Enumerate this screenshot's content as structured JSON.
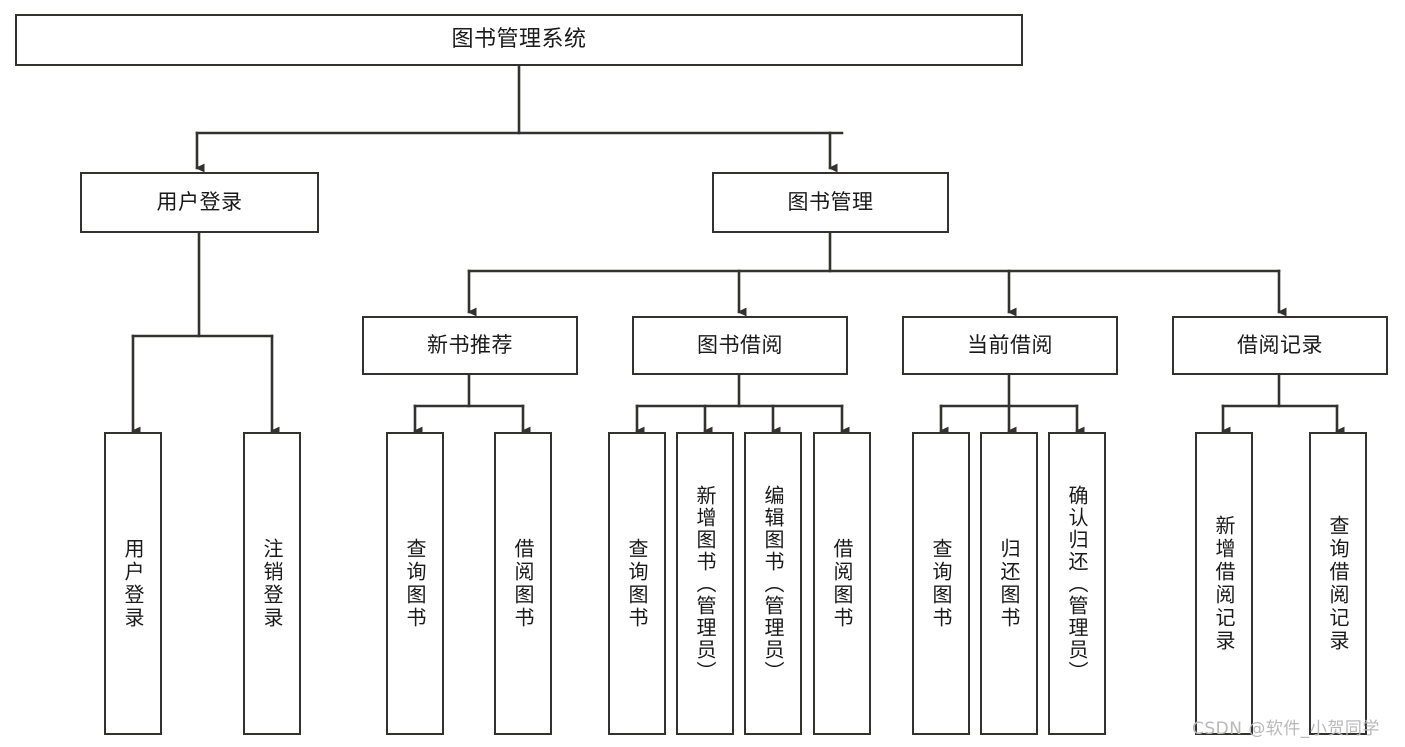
{
  "diagram": {
    "type": "hierarchy-tree",
    "title": "图书管理系统",
    "background_color": "#ffffff",
    "border_color": "#33322f",
    "text_color": "#1a1a1a",
    "root": {
      "label": "图书管理系统"
    },
    "level2": [
      {
        "label": "用户登录"
      },
      {
        "label": "图书管理"
      }
    ],
    "level3": [
      {
        "label": "新书推荐"
      },
      {
        "label": "图书借阅"
      },
      {
        "label": "当前借阅"
      },
      {
        "label": "借阅记录"
      }
    ],
    "leaves": {
      "user_login": [
        {
          "label": "用户登录"
        },
        {
          "label": "注销登录"
        }
      ],
      "new_book_recommend": [
        {
          "label": "查询图书"
        },
        {
          "label": "借阅图书"
        }
      ],
      "book_borrow": [
        {
          "label": "查询图书"
        },
        {
          "label": "新增图书（管理员）"
        },
        {
          "label": "编辑图书（管理员）"
        },
        {
          "label": "借阅图书"
        }
      ],
      "current_borrow": [
        {
          "label": "查询图书"
        },
        {
          "label": "归还图书"
        },
        {
          "label": "确认归还（管理员）"
        }
      ],
      "borrow_record": [
        {
          "label": "新增借阅记录"
        },
        {
          "label": "查询借阅记录"
        }
      ]
    }
  },
  "watermark": {
    "text": "CSDN @软件_小贺同学"
  }
}
